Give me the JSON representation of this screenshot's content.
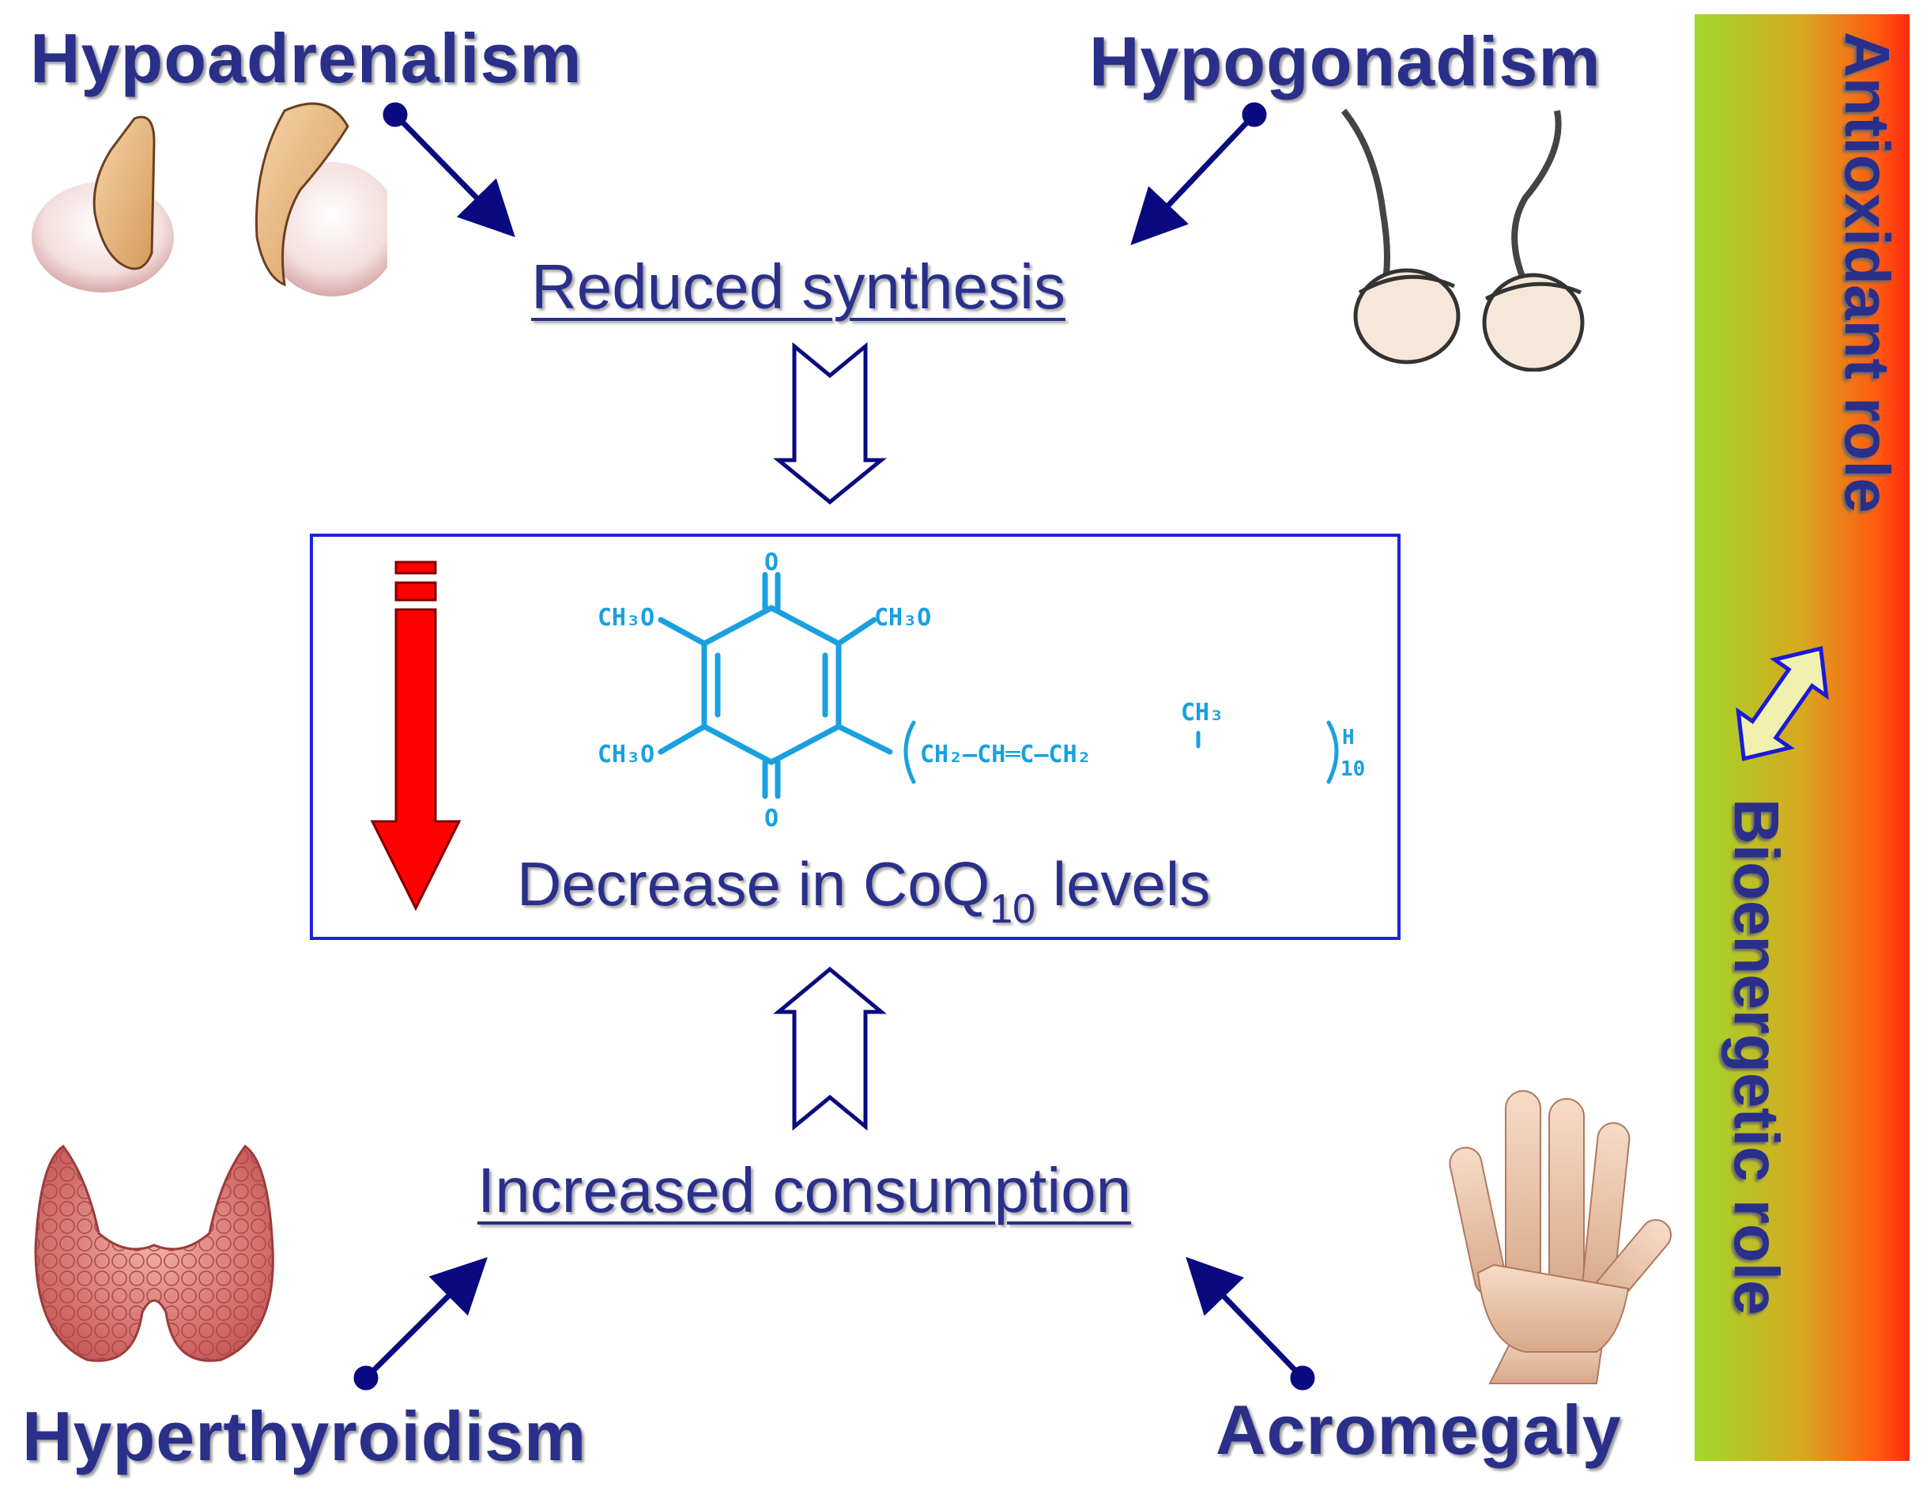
{
  "corners": {
    "top_left": "Hypoadrenalism",
    "top_right": "Hypogonadism",
    "bottom_left": "Hyperthyroidism",
    "bottom_right": "Acromegaly"
  },
  "flow": {
    "top": "Reduced synthesis",
    "bottom": "Increased consumption"
  },
  "center": {
    "label_prefix": "Decrease in CoQ",
    "label_sub": "10",
    "label_suffix": " levels"
  },
  "molecule": {
    "o_top": "O",
    "o_bottom": "O",
    "methoxy_tl": "CH₃O",
    "methoxy_tr": "CH₃O",
    "methoxy_bl": "CH₃O",
    "chain_methyl": "CH₃",
    "chain": "CH₂—CH═C—CH₂",
    "chain_h": "H",
    "chain_n": "10"
  },
  "side_bar": {
    "top_label": "Antioxidant role",
    "bottom_label": "Bioenergetic role"
  },
  "colors": {
    "text": "#2a2f8a",
    "arrow": "#0a0a80",
    "box_border": "#1f22e0",
    "down_arrow": "#ff0000",
    "molecule": "#1aa0e0"
  },
  "icons": [
    "adrenal-gland-icon",
    "testes-icon",
    "thyroid-gland-icon",
    "hand-icon"
  ]
}
